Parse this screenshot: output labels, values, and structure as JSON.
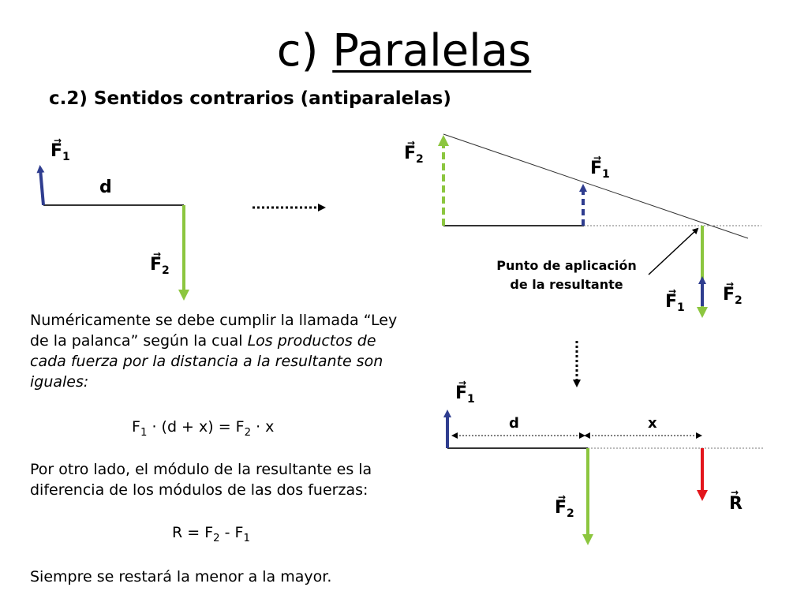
{
  "title_prefix": "c) ",
  "title_word": "Paralelas",
  "subtitle": "c.2) Sentidos contrarios (antiparalelas)",
  "labels": {
    "f": "F",
    "sub1": "1",
    "sub2": "2",
    "d": "d",
    "x": "x",
    "r": "R"
  },
  "caption": "Punto de aplicación de la resultante",
  "text": {
    "p1_plain": "Numéricamente se debe cumplir la llamada “Ley de la palanca” según la cual ",
    "p1_italic": "Los productos de cada fuerza por la distancia a la resultante son iguales:",
    "eq1_a": "F",
    "eq1_sub1": "1",
    "eq1_b": " · (d + x) = F",
    "eq1_sub2": "2",
    "eq1_c": " · x",
    "p2": "Por otro lado, el módulo de la resultante es la diferencia de los módulos de las dos fuerzas:",
    "eq2_a": "R = F",
    "eq2_sub2": "2",
    "eq2_b": " - F",
    "eq2_sub1": "1",
    "p3": "Siempre se restará la menor a la mayor."
  },
  "colors": {
    "f1_arrow": "#2f3d8f",
    "f2_arrow": "#8cc63f",
    "r_arrow": "#e3161c",
    "line": "#333333"
  }
}
